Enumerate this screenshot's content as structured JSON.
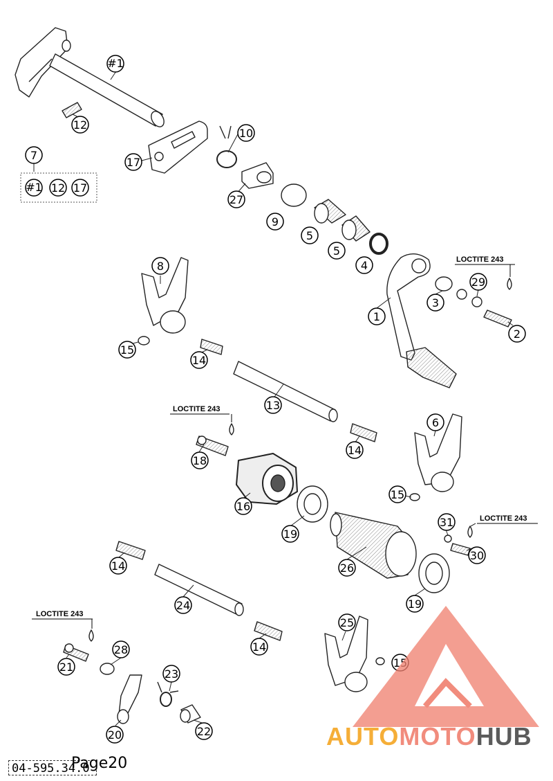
{
  "diagram": {
    "page_label": "Page20",
    "doc_code": "04-595.34.0",
    "watermark": {
      "text_a": "AUTO",
      "text_b": "MOTO",
      "text_c": "HUB",
      "color_red": "#f08070",
      "color_orange": "#f5a623",
      "color_grey": "#4a4a4a"
    },
    "loctite": [
      "LOCTITE 243",
      "LOCTITE 243",
      "LOCTITE 243",
      "LOCTITE 243"
    ],
    "callouts": [
      "#1",
      "12",
      "17",
      "7",
      "#1",
      "12",
      "17",
      "10",
      "27",
      "9",
      "5",
      "5",
      "4",
      "8",
      "1",
      "3",
      "29",
      "2",
      "15",
      "14",
      "13",
      "18",
      "14",
      "6",
      "16",
      "15",
      "19",
      "31",
      "30",
      "26",
      "19",
      "14",
      "24",
      "25",
      "15",
      "21",
      "28",
      "14",
      "23",
      "20",
      "22"
    ]
  }
}
